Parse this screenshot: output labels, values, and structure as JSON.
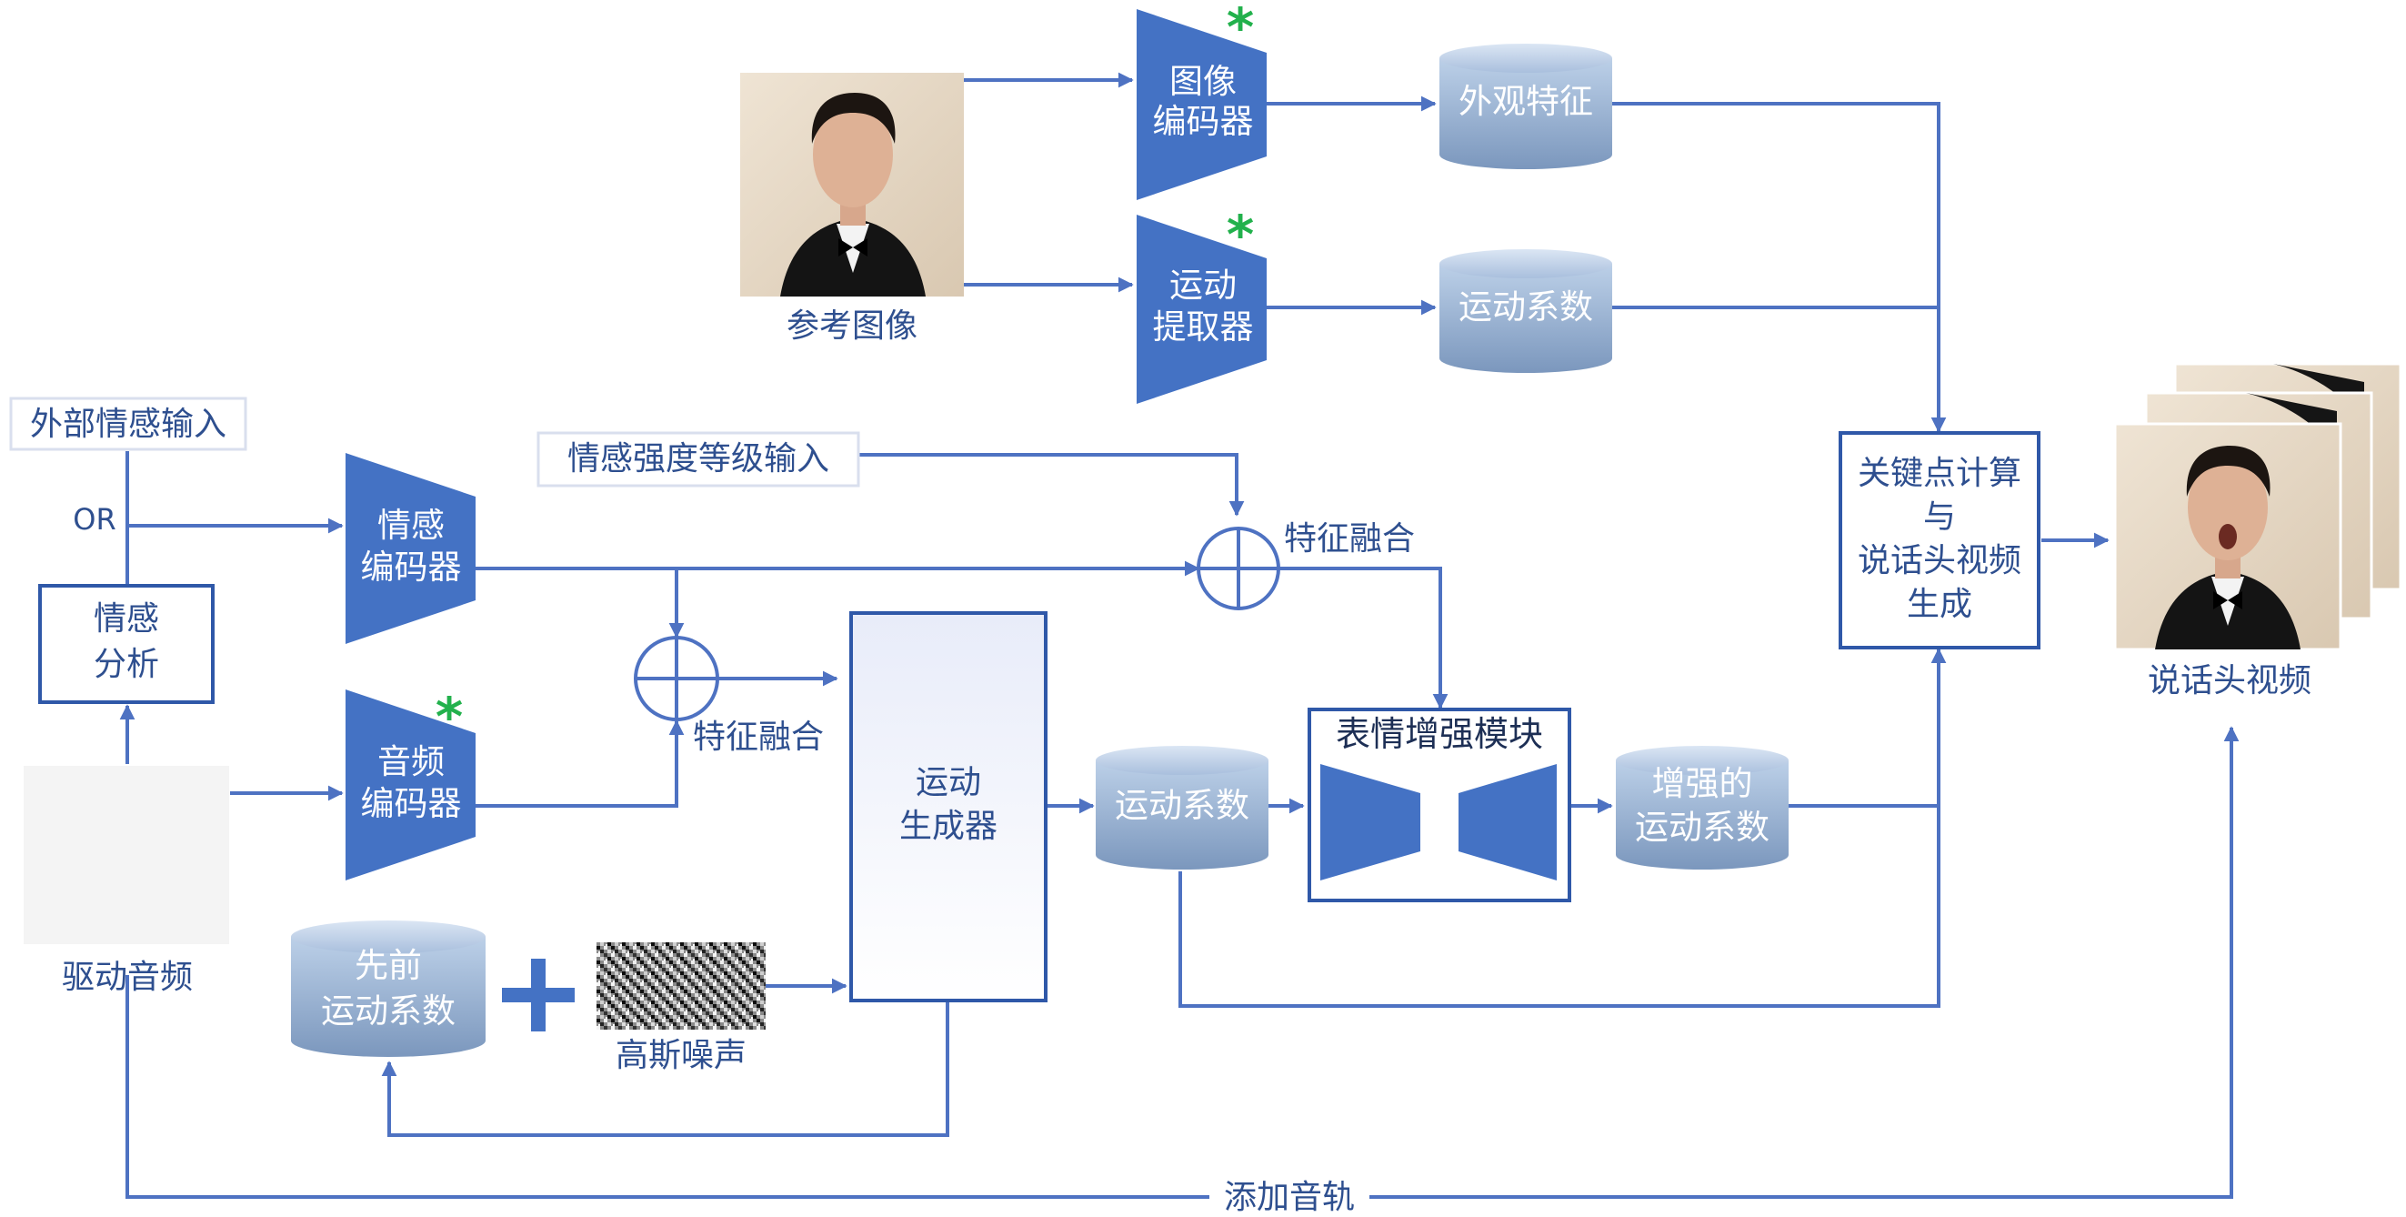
{
  "colors": {
    "line": "#4e72c2",
    "block": "#4472c4",
    "asterisk": "#22b14c",
    "cylinder_top": "#bcd0e8",
    "cylinder_bottom": "#7b97bd"
  },
  "icons": {
    "reference_image": "portrait-photo",
    "audio": "audio-waveform-icon",
    "noise": "gaussian-noise-icon",
    "output_video": "stacked-video-frames",
    "trained_marker": "asterisk-icon"
  },
  "inputs": {
    "reference_image_label": "参考图像",
    "driving_audio_label": "驱动音频",
    "external_emotion_input": "外部情感输入",
    "or_label": "OR",
    "emotion_intensity_input": "情感强度等级输入",
    "gaussian_noise_label": "高斯噪声"
  },
  "modules": {
    "image_encoder": [
      "图像",
      "编码器"
    ],
    "motion_extractor": [
      "运动",
      "提取器"
    ],
    "emotion_encoder": [
      "情感",
      "编码器"
    ],
    "audio_encoder": [
      "音频",
      "编码器"
    ],
    "emotion_analysis": [
      "情感",
      "分析"
    ],
    "motion_generator": [
      "运动",
      "生成器"
    ],
    "expression_enhance": "表情增强模块",
    "keypoint_block": [
      "关键点计算",
      "与",
      "说话头视频",
      "生成"
    ]
  },
  "data_nodes": {
    "appearance_features": "外观特征",
    "motion_coeffs_top": "运动系数",
    "prior_motion": [
      "先前",
      "运动系数"
    ],
    "motion_coeffs_mid": "运动系数",
    "enhanced_motion": [
      "增强的",
      "运动系数"
    ]
  },
  "fusion": {
    "fusion_label_1": "特征融合",
    "fusion_label_2": "特征融合"
  },
  "outputs": {
    "talking_head_video_label": "说话头视频",
    "add_audio_track_label": "添加音轨"
  }
}
